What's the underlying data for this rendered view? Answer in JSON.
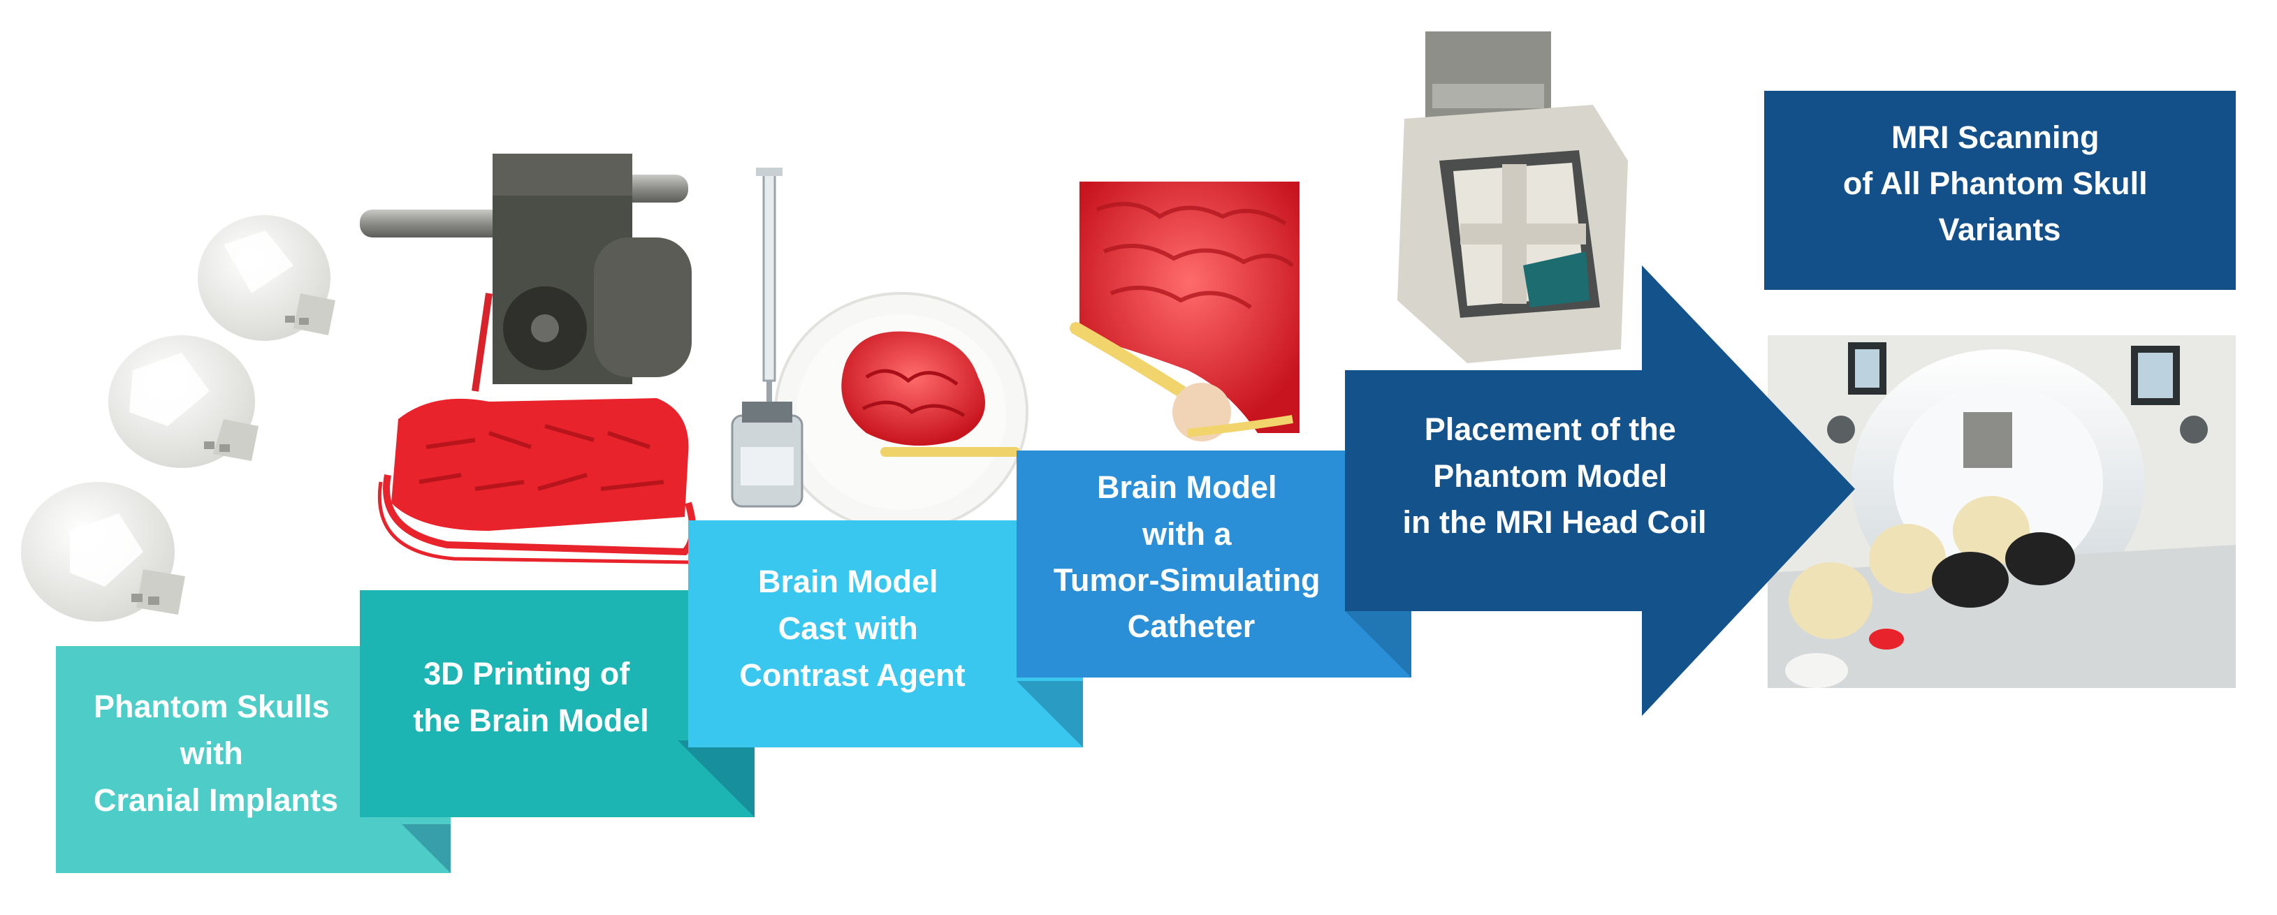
{
  "steps": [
    {
      "lines": [
        "Phantom Skulls",
        "with",
        "Cranial Implants"
      ],
      "color": "#4ecdc8"
    },
    {
      "lines": [
        "3D Printing of",
        "the Brain Model"
      ],
      "color": "#1db4b4"
    },
    {
      "lines": [
        "Brain Model",
        "Cast with",
        "Contrast Agent"
      ],
      "color": "#3ac7ef"
    },
    {
      "lines": [
        "Brain Model",
        "with a",
        "Tumor-Simulating",
        "Catheter"
      ],
      "color": "#2b8fd8"
    },
    {
      "lines": [
        "Placement of the",
        "Phantom Model",
        "in the MRI Head Coil"
      ],
      "color": "#13528a"
    },
    {
      "lines": [
        "MRI Scanning",
        "of All Phantom Skull",
        "Variants"
      ],
      "color": "#13508a"
    }
  ],
  "colors": {
    "fold_dark": "#0f4a72",
    "brain_red": "#e8232c",
    "skull_white": "#f1f1ee",
    "scanner_white": "#e9e9e6"
  }
}
